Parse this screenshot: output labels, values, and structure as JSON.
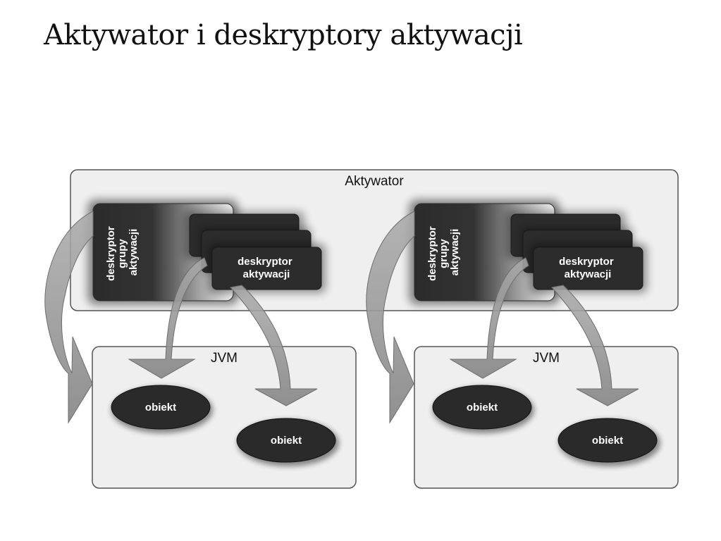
{
  "title": "Aktywator i deskryptory aktywacji",
  "diagram": {
    "activator_label": "Aktywator",
    "groups": [
      {
        "group_descriptor": [
          "deskryptor",
          "grupy",
          "aktywacji"
        ],
        "activation_descriptor": [
          "deskryptor",
          "aktywacji"
        ],
        "jvm": {
          "label": "JVM",
          "objects": [
            "obiekt",
            "obiekt"
          ]
        }
      },
      {
        "group_descriptor": [
          "deskryptor",
          "grupy",
          "aktywacji"
        ],
        "activation_descriptor": [
          "deskryptor",
          "aktywacji"
        ],
        "jvm": {
          "label": "JVM",
          "objects": [
            "obiekt",
            "obiekt"
          ]
        }
      }
    ]
  }
}
